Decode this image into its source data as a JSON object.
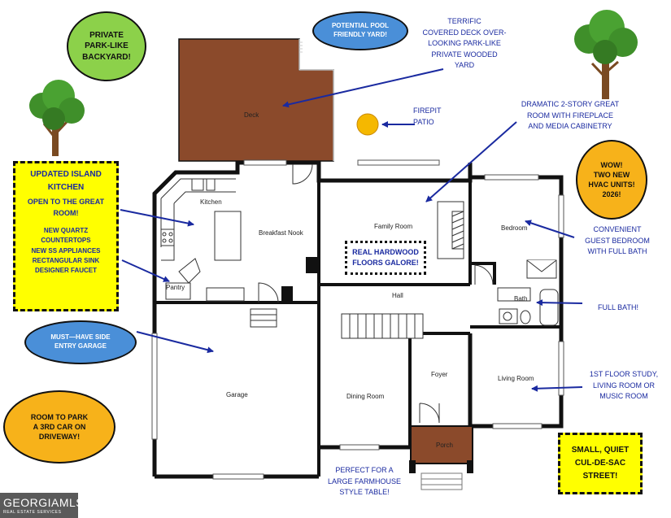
{
  "rooms": {
    "deck": "Deck",
    "kitchen": "Kitchen",
    "breakfast_nook": "Breakfast Nook",
    "family_room": "Family Room",
    "bedroom": "Bedroom",
    "pantry": "Pantry",
    "hall": "Hall",
    "bath": "Bath",
    "garage": "Garage",
    "dining_room": "Dining Room",
    "foyer": "Foyer",
    "living_room": "Living Room",
    "porch": "Porch"
  },
  "bubbles": {
    "backyard": "PRIVATE\nPARK-LIKE\nBACKYARD!",
    "pool": "POTENTIAL POOL\nFRIENDLY YARD!",
    "hvac": "WOW!\nTWO NEW\nHVAC UNITS!\n2026!",
    "garage": "MUST—HAVE SIDE\nENTRY GARAGE",
    "driveway": "ROOM TO PARK\nA 3RD CAR ON\nDRIVEWAY!"
  },
  "boxes": {
    "kitchen_title": "UPDATED ISLAND\nKITCHEN",
    "kitchen_sub": "OPEN TO THE GREAT\nROOM!",
    "kitchen_features": "NEW QUARTZ\nCOUNTERTOPS\nNEW SS APPLIANCES\nRECTANGULAR SINK\nDESIGNER FAUCET",
    "street": "SMALL, QUIET\nCUL-DE-SAC\nSTREET!",
    "hardwood": "REAL HARDWOOD\nFLOORS GALORE!"
  },
  "notes": {
    "deck": "TERRIFIC\nCOVERED DECK OVER-\nLOOKING PARK-LIKE\nPRIVATE WOODED\nYARD",
    "firepit": "FIREPIT\nPATIO",
    "great_room": "DRAMATIC 2-STORY GREAT\nROOM WITH FIREPLACE\nAND MEDIA CABINETRY",
    "guest_bedroom": "CONVENIENT\nGUEST BEDROOM\nWITH FULL BATH",
    "full_bath": "FULL BATH!",
    "study": "1ST FLOOR STUDY,\nLIVING ROOM OR\nMUSIC ROOM",
    "dining": "PERFECT FOR A\nLARGE FARMHOUSE\nSTYLE TABLE!"
  },
  "logo": {
    "name": "GEORGIAMLS",
    "tagline": "REAL ESTATE SERVICES"
  },
  "colors": {
    "deck": "#8b4a2b",
    "porch": "#8b4a2b",
    "callout_text": "#1a2aa0",
    "highlight_yellow": "#ffff00",
    "bubble_green": "#8cd14a",
    "bubble_blue": "#4a8fd8",
    "bubble_orange": "#f7b21a",
    "firepit": "#f5b800",
    "tree_foliage": "#3f8f2a",
    "tree_trunk": "#7a4a22"
  },
  "icons": [
    "tree-icon",
    "firepit-icon",
    "arrow-icon"
  ]
}
